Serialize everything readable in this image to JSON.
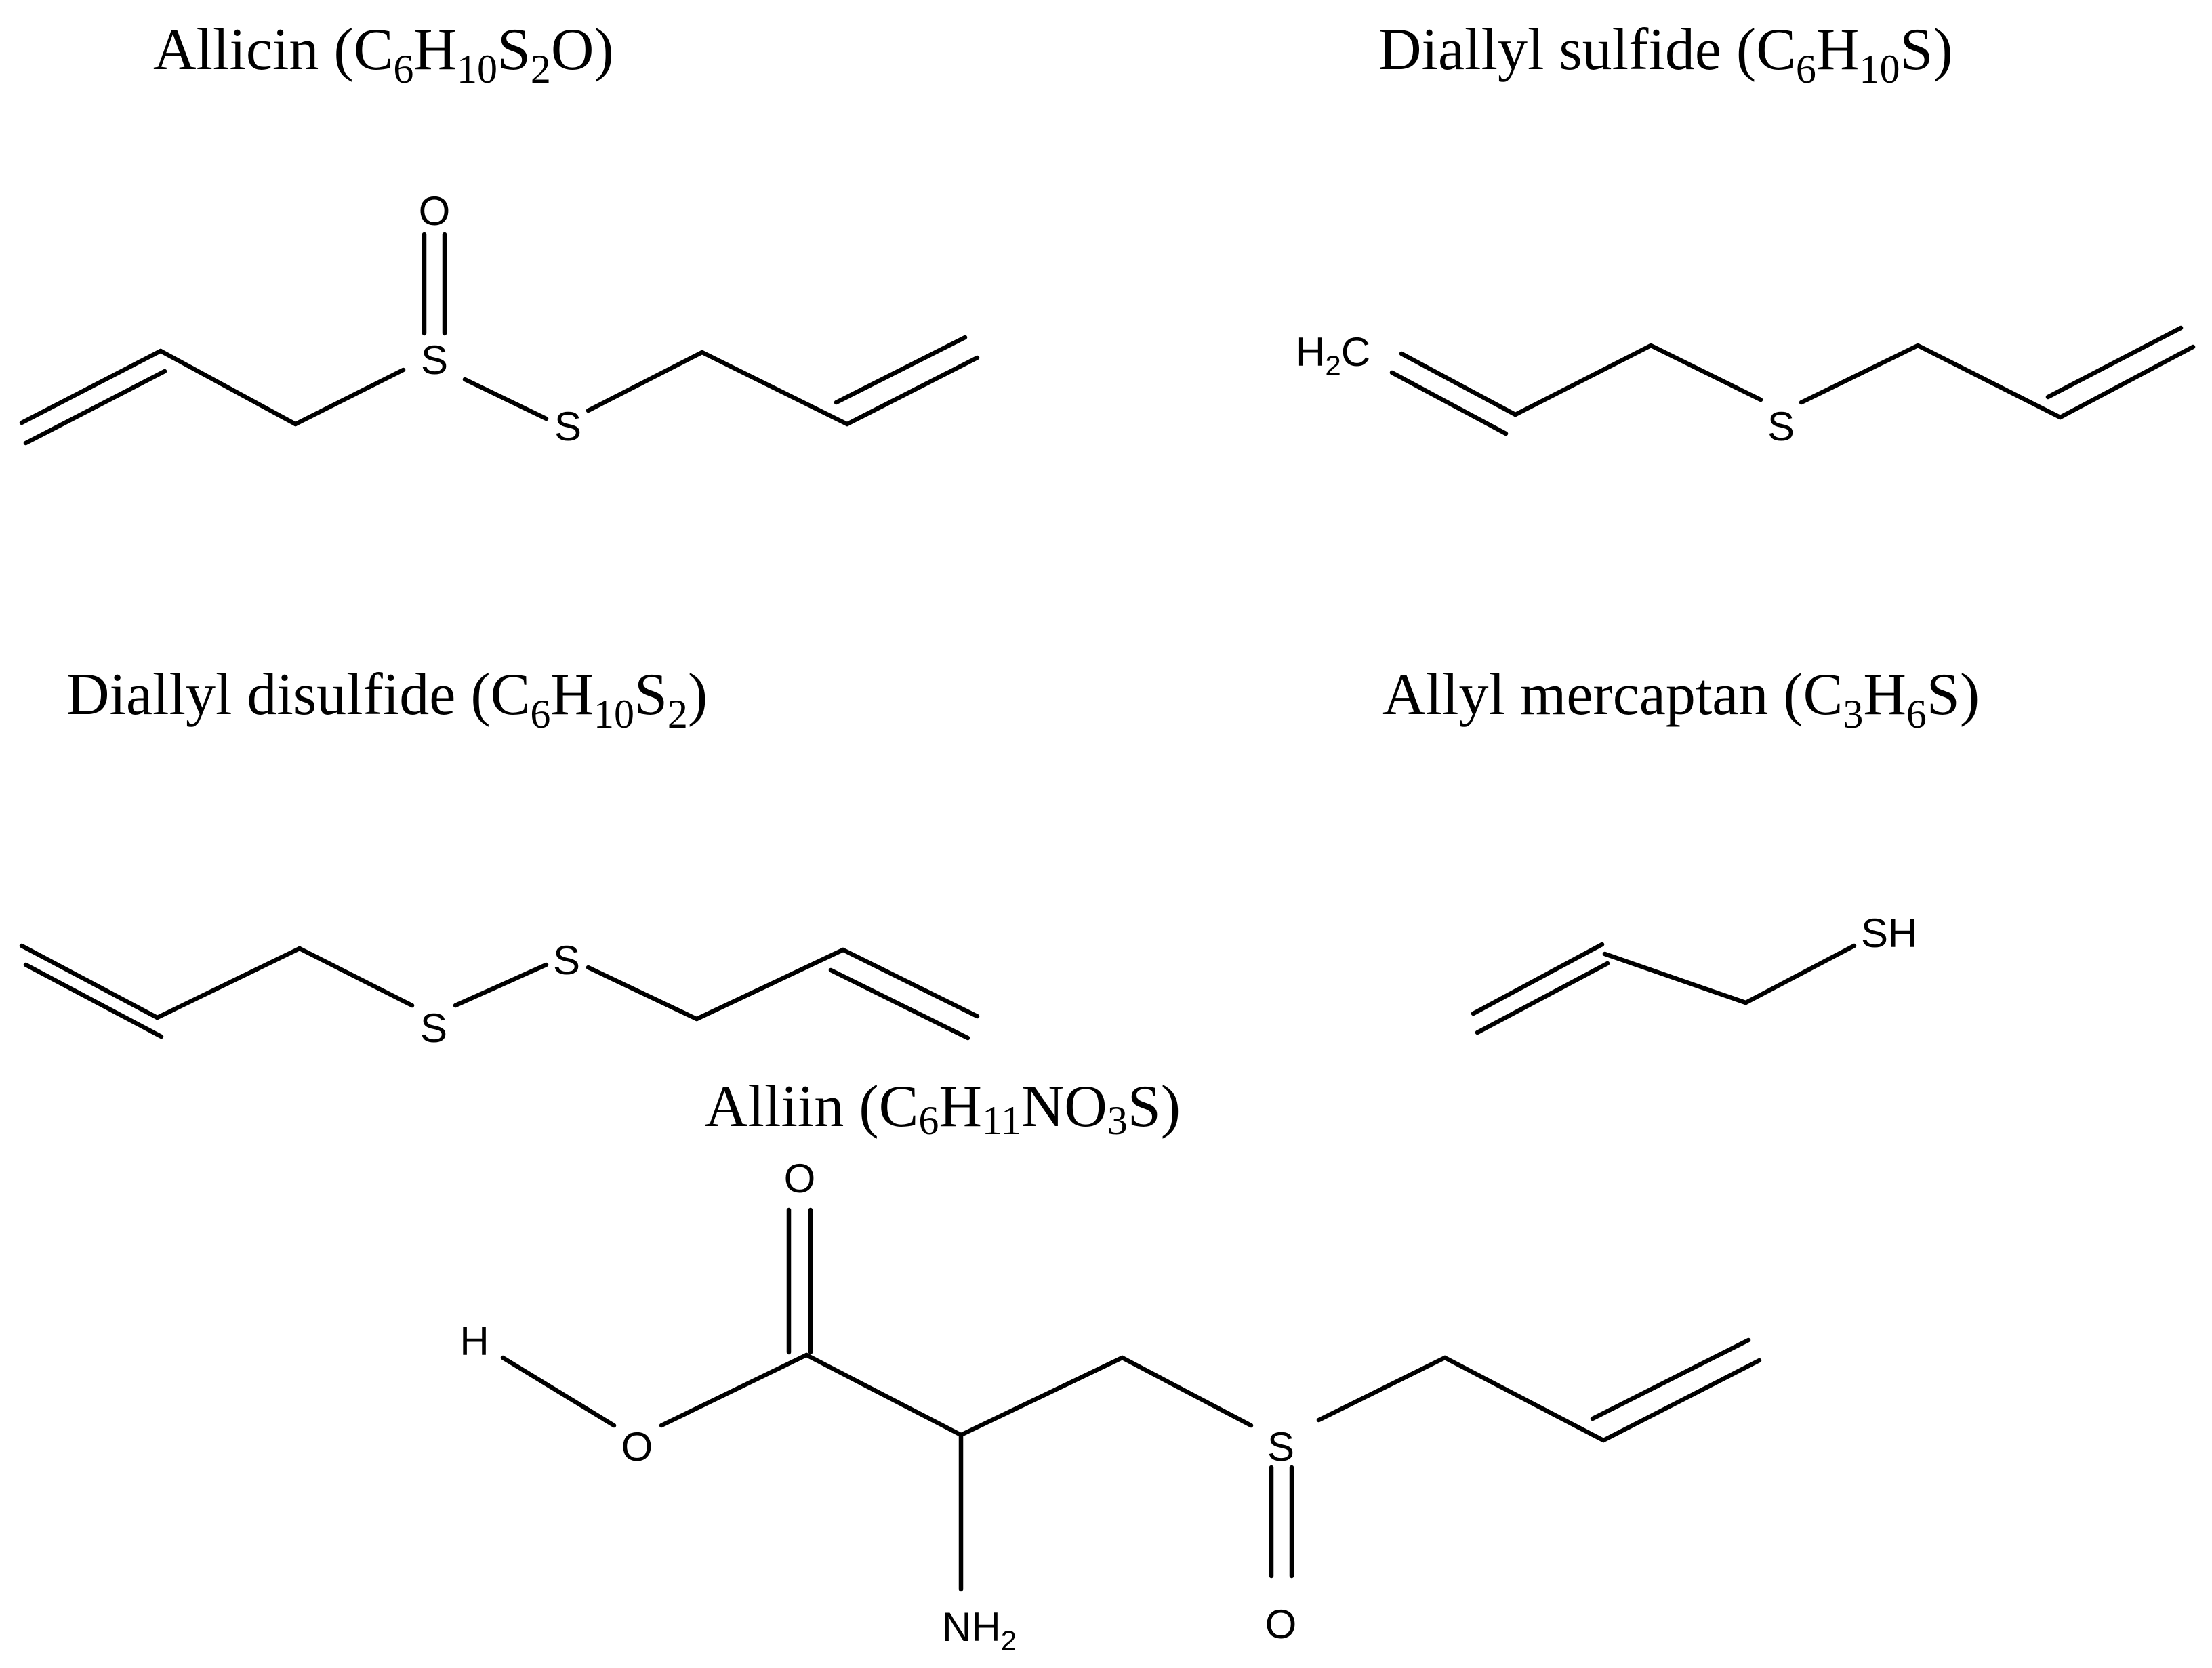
{
  "figure": {
    "background": "#ffffff",
    "ink": "#000000",
    "molecules": [
      {
        "id": "allicin",
        "title": [
          {
            "t": "Allicin (C"
          },
          {
            "t": "6",
            "sub": true
          },
          {
            "t": "H"
          },
          {
            "t": "10",
            "sub": true
          },
          {
            "t": "S"
          },
          {
            "t": "2",
            "sub": true
          },
          {
            "t": "O)"
          }
        ],
        "atoms": {
          "sulfoxide_s": "S",
          "thio_s": "S",
          "oxygen": "O"
        }
      },
      {
        "id": "diallyl-sulfide",
        "title": [
          {
            "t": "Diallyl sulfide (C"
          },
          {
            "t": "6",
            "sub": true
          },
          {
            "t": "H"
          },
          {
            "t": "10",
            "sub": true
          },
          {
            "t": "S)"
          }
        ],
        "atoms": {
          "terminal_h": "H",
          "terminal_h_sub": "2",
          "terminal_c": "C",
          "sulfur": "S"
        }
      },
      {
        "id": "diallyl-disulfide",
        "title": [
          {
            "t": "Diallyl disulfide (C"
          },
          {
            "t": "6",
            "sub": true
          },
          {
            "t": "H"
          },
          {
            "t": "10",
            "sub": true
          },
          {
            "t": "S"
          },
          {
            "t": "2",
            "sub": true
          },
          {
            "t": ")"
          }
        ],
        "atoms": {
          "sulfur_1": "S",
          "sulfur_2": "S"
        }
      },
      {
        "id": "allyl-mercaptan",
        "title": [
          {
            "t": "Allyl mercaptan (C"
          },
          {
            "t": "3",
            "sub": true
          },
          {
            "t": "H"
          },
          {
            "t": "6",
            "sub": true
          },
          {
            "t": "S)"
          }
        ],
        "atoms": {
          "thiol": "SH"
        }
      },
      {
        "id": "alliin",
        "title": [
          {
            "t": "Alliin (C"
          },
          {
            "t": "6",
            "sub": true
          },
          {
            "t": "H"
          },
          {
            "t": "11",
            "sub": true
          },
          {
            "t": "NO"
          },
          {
            "t": "3",
            "sub": true
          },
          {
            "t": "S)"
          }
        ],
        "atoms": {
          "hydroxyl_h": "H",
          "hydroxyl_o": "O",
          "carbonyl_o": "O",
          "amine_n": "NH",
          "amine_sub": "2",
          "sulfur": "S",
          "sulfoxide_o": "O"
        }
      }
    ]
  }
}
